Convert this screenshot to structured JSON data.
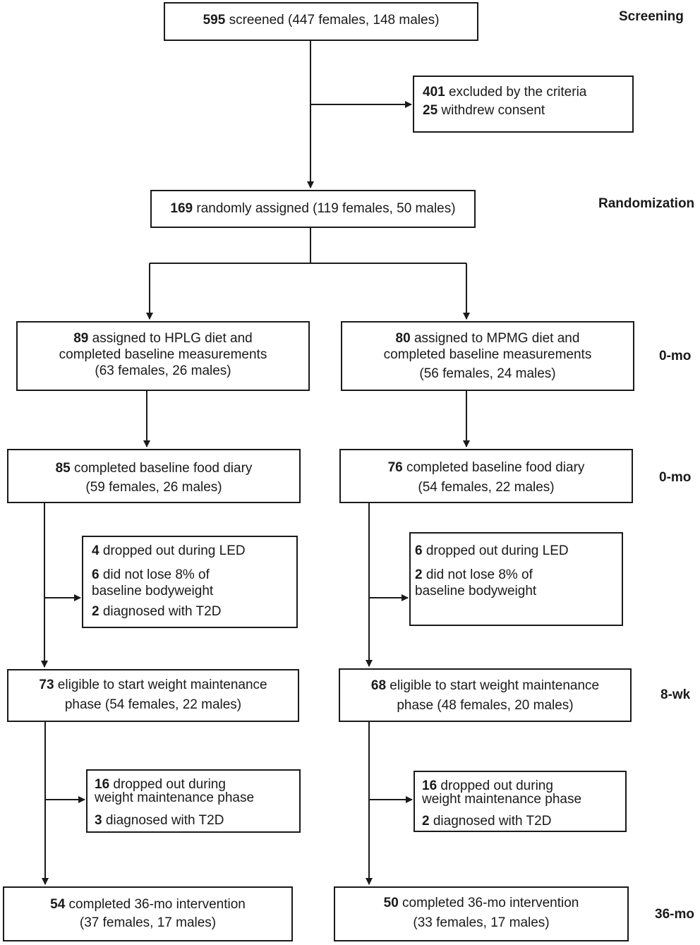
{
  "stages": {
    "screening": "Screening",
    "randomization": "Randomization",
    "baseline1": "0-mo",
    "baseline2": "0-mo",
    "week8": "8-wk",
    "month36": "36-mo"
  },
  "screened": {
    "num": "595",
    "text": " screened (447 females, 148 males)"
  },
  "excluded": {
    "l1_num": "401",
    "l1_text": " excluded by the criteria",
    "l2_num": "25",
    "l2_text": " withdrew consent"
  },
  "randomized": {
    "num": "169",
    "text": " randomly assigned (119 females, 50 males)"
  },
  "hplg": {
    "assigned": {
      "num": "89",
      "l1": " assigned to HPLG diet and",
      "l2": "completed baseline measurements",
      "l3": "(63 females, 26 males)"
    },
    "diary": {
      "num": "85",
      "l1": " completed baseline food diary",
      "l2": "(59 females, 26 males)"
    },
    "led_loss": {
      "a_num": "4",
      "a_text": " dropped out during LED",
      "b_num": "6",
      "b_text1": " did not lose 8% of",
      "b_text2": "baseline bodyweight",
      "c_num": "2",
      "c_text": " diagnosed with T2D"
    },
    "eligible": {
      "num": "73",
      "l1": " eligible to start weight maintenance",
      "l2": "phase (54 females, 22 males)"
    },
    "wm_loss": {
      "a_num": "16",
      "a_text1": " dropped out during",
      "a_text2": "weight maintenance phase",
      "b_num": "3",
      "b_text": " diagnosed with T2D"
    },
    "completed": {
      "num": "54",
      "l1": " completed 36-mo intervention",
      "l2": "(37 females, 17 males)"
    }
  },
  "mpmg": {
    "assigned": {
      "num": "80",
      "l1": " assigned to MPMG diet and",
      "l2": "completed baseline measurements",
      "l3": "(56 females, 24 males)"
    },
    "diary": {
      "num": "76",
      "l1": " completed baseline food diary",
      "l2": "(54 females, 22 males)"
    },
    "led_loss": {
      "a_num": "6",
      "a_text": " dropped out during LED",
      "b_num": "2",
      "b_text1": " did not lose 8% of",
      "b_text2": "baseline bodyweight"
    },
    "eligible": {
      "num": "68",
      "l1": " eligible to start weight maintenance",
      "l2": "phase (48 females, 20 males)"
    },
    "wm_loss": {
      "a_num": "16",
      "a_text1": " dropped out during",
      "a_text2": "weight maintenance phase",
      "b_num": "2",
      "b_text": " diagnosed with T2D"
    },
    "completed": {
      "num": "50",
      "l1": " completed 36-mo intervention",
      "l2": "(33 females, 17 males)"
    }
  }
}
